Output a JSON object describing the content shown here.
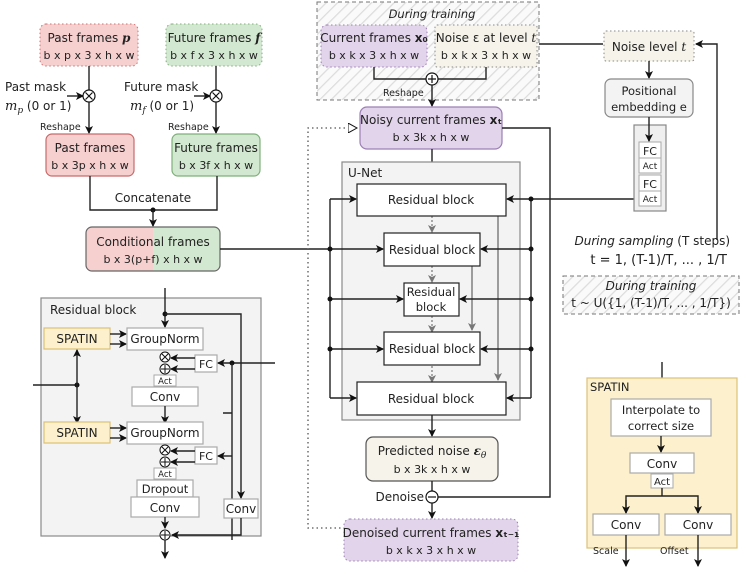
{
  "colors": {
    "past_fill": "#f6cfcf",
    "past_stroke": "#d07070",
    "future_fill": "#d3e8d0",
    "future_stroke": "#7fb07a",
    "current_fill": "#e2d4ea",
    "current_stroke": "#9c7fb4",
    "noise_fill": "#f6f4ea",
    "noise_stroke": "#8a8a80",
    "spatin_fill": "#fdf0cc",
    "spatin_stroke": "#dcc07a",
    "panel_fill": "#f3f3f3",
    "panel_stroke": "#8a8a8a",
    "box_stroke": "#aaaaaa",
    "line": "#222222"
  },
  "inputs": {
    "past_frames": {
      "title": "Past frames",
      "var": "p",
      "shape": "b x p x 3 x h x w"
    },
    "future_frames": {
      "title": "Future frames",
      "var": "f",
      "shape": "b x f x 3 x h x w"
    },
    "past_mask": {
      "label": "Past mask",
      "var": "m_p",
      "range": "(0 or 1)"
    },
    "future_mask": {
      "label": "Future mask",
      "var": "m_f",
      "range": "(0 or 1)"
    },
    "reshape_label": "Reshape",
    "past_reshaped": {
      "title": "Past frames",
      "shape": "b x 3p x h x w"
    },
    "future_reshaped": {
      "title": "Future frames",
      "shape": "b x 3f x h x w"
    },
    "concatenate_label": "Concatenate",
    "conditional": {
      "title": "Conditional frames",
      "shape": "b x 3(p+f) x h x w"
    }
  },
  "training": {
    "title": "During training",
    "current": {
      "title": "Current frames",
      "var": "x₀",
      "shape": "b x k x 3 x h x w"
    },
    "noise": {
      "title": "Noise ε at level",
      "var": "t",
      "shape": "b x k x 3 x h x w"
    },
    "reshape_label": "Reshape",
    "noisy": {
      "title": "Noisy current frames",
      "var": "xₜ",
      "shape": "b x 3k x h x w"
    }
  },
  "unet": {
    "title": "U-Net",
    "blocks": [
      "Residual block",
      "Residual block",
      "Residual\nblock",
      "Residual block",
      "Residual block"
    ],
    "middle_block_lines": [
      "Residual",
      "block"
    ],
    "predicted": {
      "title": "Predicted noise",
      "var": "ε_θ",
      "shape": "b x 3k x h x w"
    },
    "denoise_label": "Denoise",
    "denoised": {
      "title": "Denoised current frames",
      "var": "xₜ₋₁",
      "shape": "b x k x 3 x h x w"
    }
  },
  "noise_level": {
    "title": "Noise level",
    "var": "t",
    "pos_embedding": [
      "Positional",
      "embedding e"
    ],
    "mlp": [
      "FC",
      "Act",
      "FC",
      "Act"
    ],
    "sampling_title": "During sampling",
    "sampling_suffix": "(T steps)",
    "sampling_formula": "t = 1, (T-1)/T, ... , 1/T",
    "training_title": "During training",
    "training_formula": "t ~ U({1, (T-1)/T, ... , 1/T})"
  },
  "residual_block": {
    "title": "Residual block",
    "spatin": "SPATIN",
    "groupnorm": "GroupNorm",
    "fc": "FC",
    "act": "Act",
    "conv": "Conv",
    "dropout": "Dropout"
  },
  "spatin_detail": {
    "title": "SPATIN",
    "interpolate": [
      "Interpolate to",
      "correct size"
    ],
    "conv": "Conv",
    "act": "Act",
    "conv_left": "Conv",
    "conv_right": "Conv",
    "scale_label": "Scale",
    "offset_label": "Offset"
  }
}
